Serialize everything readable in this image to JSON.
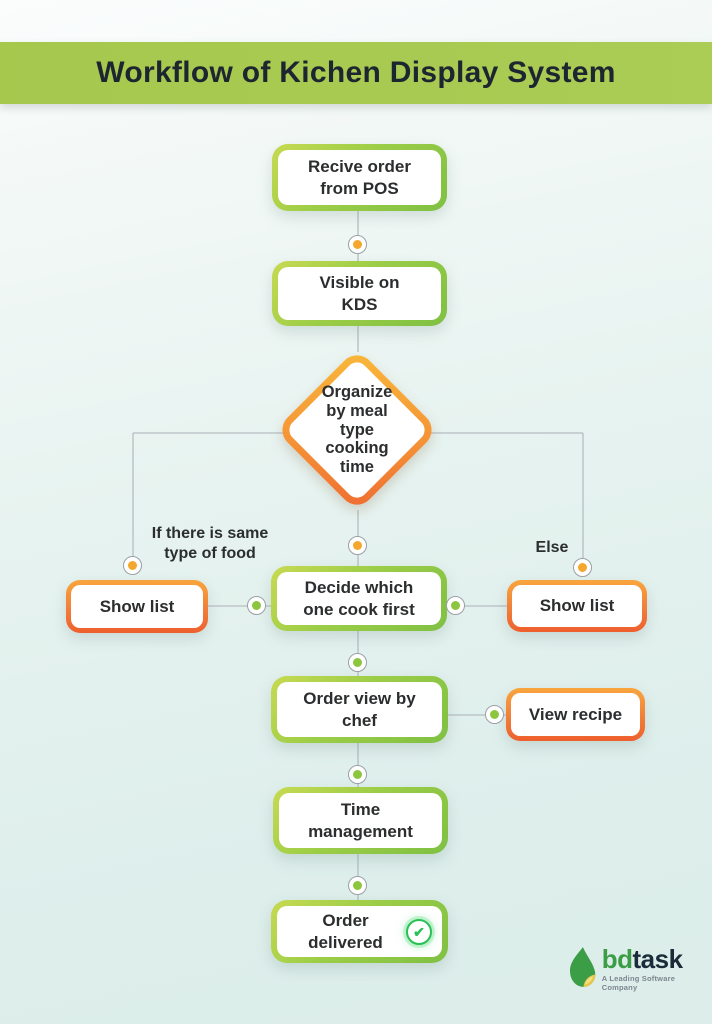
{
  "title": "Workflow of Kichen Display System",
  "boxes": {
    "receive": {
      "lines": [
        "Recive order",
        "from POS"
      ]
    },
    "visible": {
      "lines": [
        "Visible on",
        "KDS"
      ]
    },
    "organize": {
      "lines": [
        "Organize",
        "by meal",
        "type",
        "cooking",
        "time"
      ]
    },
    "show_list_left": {
      "lines": [
        "Show list"
      ]
    },
    "decide": {
      "lines": [
        "Decide which",
        "one cook first"
      ]
    },
    "show_list_right": {
      "lines": [
        "Show list"
      ]
    },
    "order_view": {
      "lines": [
        "Order view by",
        "chef"
      ]
    },
    "view_recipe": {
      "lines": [
        "View recipe"
      ]
    },
    "time_management": {
      "lines": [
        "Time",
        "management"
      ]
    },
    "order_delivered": {
      "lines": [
        "Order",
        "delivered"
      ]
    }
  },
  "branch_labels": {
    "left": {
      "lines": [
        "If there is same",
        "type of food"
      ]
    },
    "right": {
      "lines": [
        "Else"
      ]
    }
  },
  "icons": {
    "check": "✔"
  },
  "logo": {
    "brand_primary": "bd",
    "brand_secondary": "task",
    "tagline": "A Leading Software Company"
  },
  "colors": {
    "banner_green": "#a7c94f",
    "box_green_gradient": [
      "#c7da52",
      "#7fc043"
    ],
    "box_orange_gradient": [
      "#f8a53c",
      "#ee5f2e"
    ],
    "node_dot_orange": "#f5a62c",
    "node_dot_green": "#8cc63f",
    "check_green": "#29c157",
    "logo_green": "#3b9d46",
    "logo_dark": "#1b2b3a",
    "background_mint": "#e1efec"
  }
}
